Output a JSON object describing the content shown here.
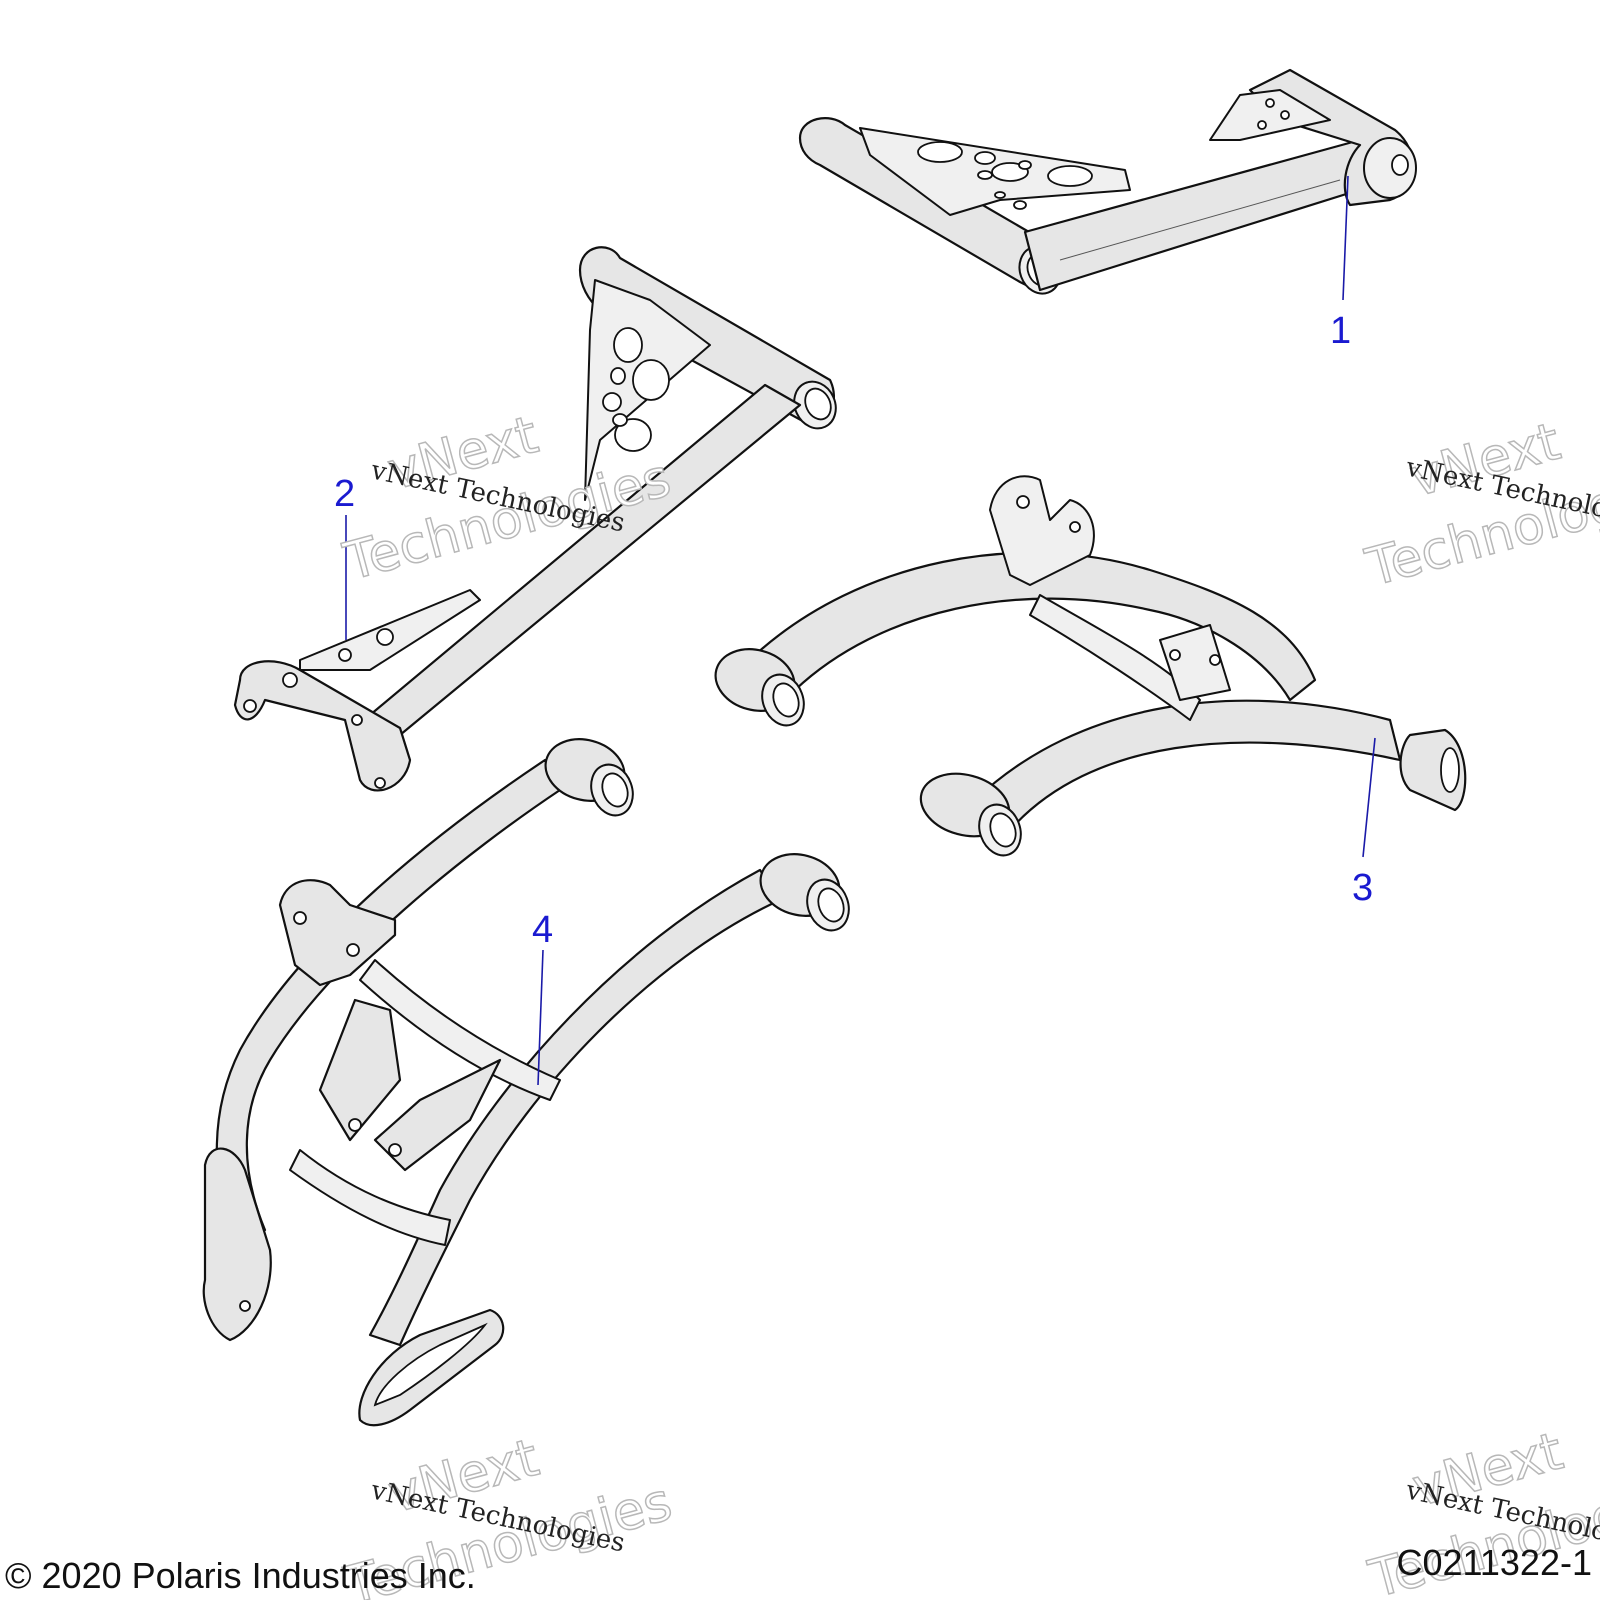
{
  "callouts": [
    {
      "label": "1"
    },
    {
      "label": "2"
    },
    {
      "label": "3"
    },
    {
      "label": "4"
    }
  ],
  "watermark": {
    "big_line1": "vNext",
    "big_line2": "Technologies",
    "small_text": "vNext Technologies"
  },
  "footer": {
    "copyright": "© 2020 Polaris Industries Inc.",
    "figure_id": "C0211322-1"
  },
  "colors": {
    "callout": "#1a1ad0",
    "leader": "#1a1aa8"
  }
}
